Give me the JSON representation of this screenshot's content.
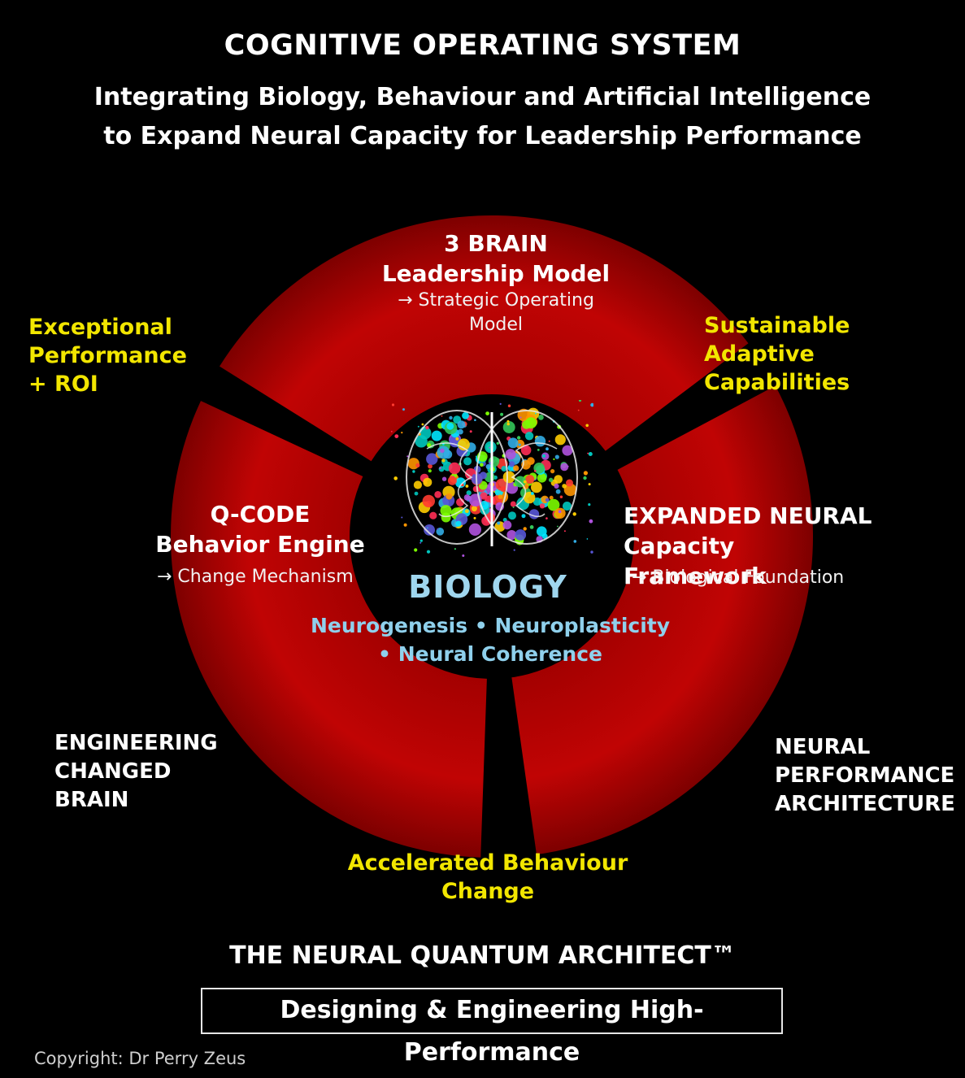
{
  "header": {
    "title": "COGNITIVE OPERATING SYSTEM",
    "subtitle_line1": "Integrating Biology, Behaviour and Artificial Intelligence",
    "subtitle_line2": "to Expand Neural Capacity for Leadership Performance"
  },
  "segments": {
    "top": {
      "title_line1": "3 BRAIN",
      "title_line2": "Leadership Model",
      "sub_line1": "→ Strategic Operating",
      "sub_line2": "Model"
    },
    "left": {
      "title_line1": "Q-CODE",
      "title_line2": "Behavior Engine",
      "sub_line1": "→ Change Mechanism"
    },
    "right": {
      "title_line1": "EXPANDED NEURAL",
      "title_line2": "Capacity Framework",
      "sub_line1": "→ Biological Foundation"
    }
  },
  "center": {
    "image": "colorful-brain-icon",
    "title": "BIOLOGY",
    "sub_line1": "Neurogenesis • Neuroplasticity",
    "sub_line2": "• Neural Coherence"
  },
  "outcomes": {
    "top_left_line1": "Exceptional Performance",
    "top_left_line2": "+ ROI",
    "top_right_line1": "Sustainable Adaptive",
    "top_right_line2": "Capabilities",
    "bottom_line1": "Accelerated Behaviour",
    "bottom_line2": "Change"
  },
  "side_labels": {
    "left_line1": "ENGINEERING",
    "left_line2": "CHANGED",
    "left_line3": "BRAIN",
    "right_line1": "NEURAL",
    "right_line2": "PERFORMANCE",
    "right_line3": "ARCHITECTURE"
  },
  "footer": {
    "architect": "THE NEURAL QUANTUM ARCHITECT™",
    "tagline": "Designing & Engineering High-Performance",
    "copyright": "Copyright: Dr Perry Zeus"
  },
  "colors": {
    "background": "#000000",
    "segment_red": "#b00000",
    "outcome_yellow": "#f2e600",
    "biology_blue": "#9fd6ee"
  }
}
